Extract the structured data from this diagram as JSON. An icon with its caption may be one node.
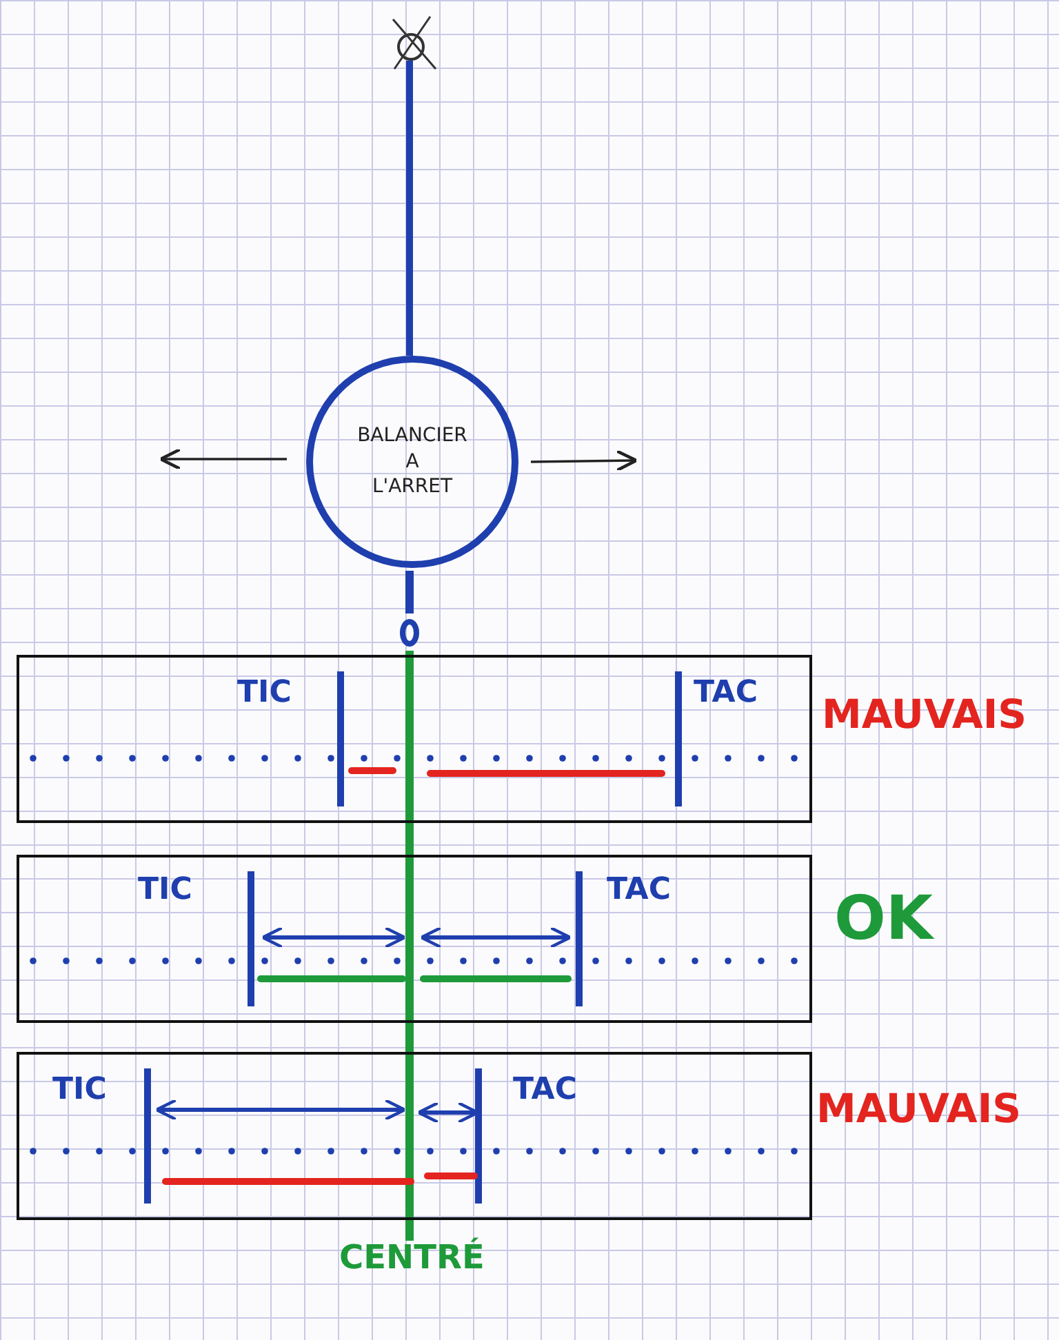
{
  "diagram": {
    "nodes": [
      {
        "text": [
          "BALANCIER A L'ARRET"
        ]
      },
      {
        "text": [
          "TIC",
          "TAC"
        ],
        "beside": [
          "MAUVAIS"
        ]
      },
      {
        "text": [
          "TIC",
          "TAC"
        ],
        "beside": [
          "OK"
        ]
      },
      {
        "text": [
          "TIC",
          "TAC"
        ],
        "beside": [
          "MAUVAIS"
        ]
      }
    ],
    "labels": [
      "CENTRÉ"
    ]
  }
}
